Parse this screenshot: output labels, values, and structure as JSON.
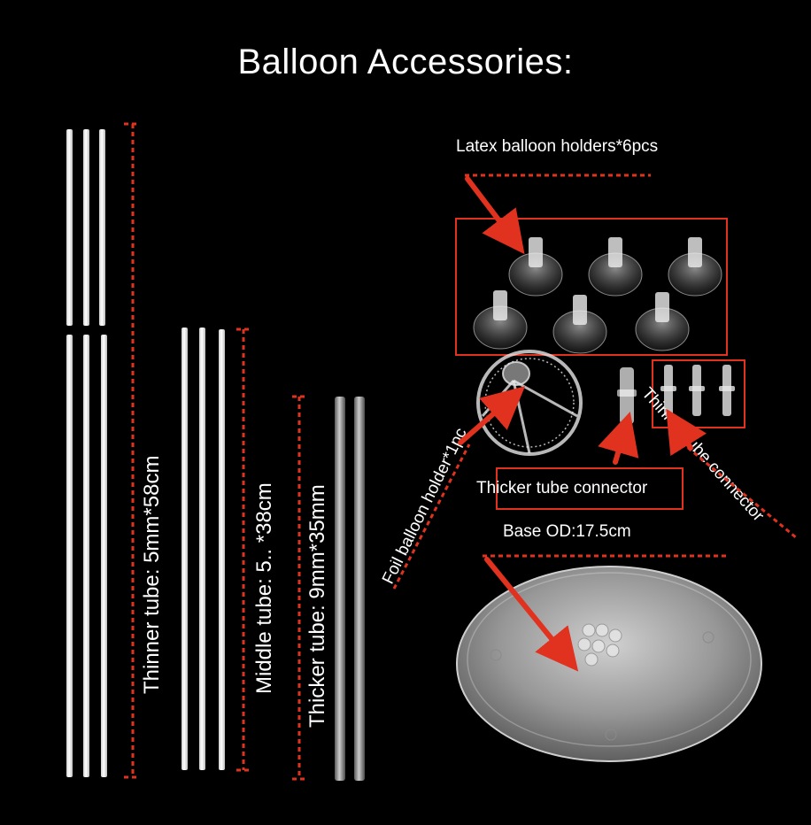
{
  "title": "Balloon Accessories:",
  "labels": {
    "thinner_tube": "Thinner tube: 5mm*58cm",
    "middle_tube": "Middle tube: 5.. *38cm",
    "thicker_tube": "Thicker tube: 9mm*35mm",
    "latex_holders": "Latex balloon holders*6pcs",
    "foil_holder": "Foil balloon holder*1pc",
    "thicker_connector": "Thicker tube connector",
    "thinner_connector": "Thinner tube connector",
    "base": "Base OD:17.5cm"
  },
  "colors": {
    "background": "#000000",
    "accent_red": "#e0321e",
    "text": "#ffffff"
  }
}
